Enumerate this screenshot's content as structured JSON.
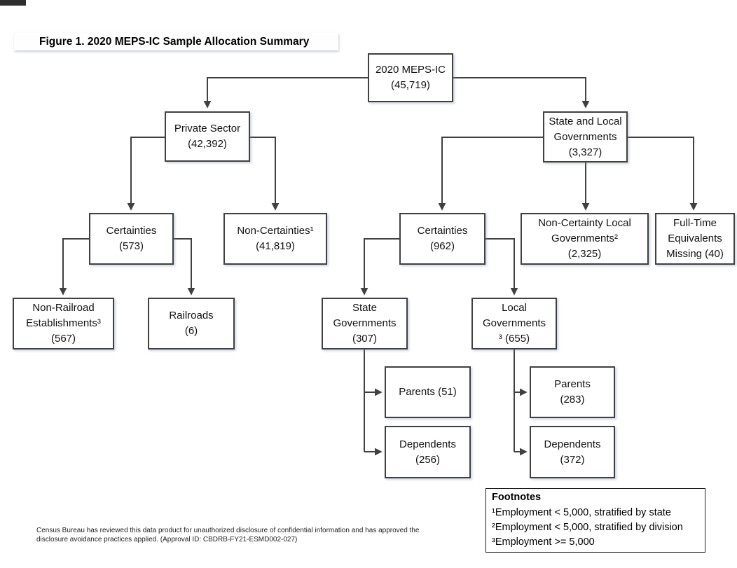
{
  "page": {
    "title": "Figure 1. 2020 MEPS-IC Sample Allocation Summary",
    "disclosure": "Census Bureau has reviewed this data product for unauthorized disclosure of confidential information and has approved the\ndisclosure avoidance practices applied.  (Approval ID: CBDRB-FY21-ESMD002-027)"
  },
  "colors": {
    "box_border": "#404040",
    "connector_line": "#404040",
    "text": "#121212",
    "background": "#ffffff"
  },
  "nodes": {
    "root": "2020 MEPS-IC\n(45,719)",
    "private_sector": "Private Sector\n(42,392)",
    "state_local_governments": "State and Local\nGovernments\n(3,327)",
    "private_certainties": "Certainties\n(573)",
    "private_non_certainties": "Non-Certainties¹\n(41,819)",
    "non_railroad_establishments": "Non-Railroad\nEstablishments³\n(567)",
    "railroads": "Railroads\n(6)",
    "government_certainties": "Certainties\n(962)",
    "non_certainty_local_governments": "Non-Certainty Local\nGovernments²\n(2,325)",
    "full_time_equivalents_missing": "Full-Time\nEquivalents\nMissing (40)",
    "state_governments": "State\nGovernments\n(307)",
    "local_governments": "Local\nGovernments\n³ (655)",
    "state_parents": "Parents (51)",
    "state_dependents": "Dependents\n(256)",
    "local_parents": "Parents\n(283)",
    "local_dependents": "Dependents\n(372)"
  },
  "footnotes": {
    "title": "Footnotes",
    "items": [
      "¹Employment < 5,000, stratified by state",
      "²Employment < 5,000, stratified by division",
      "³Employment >= 5,000"
    ]
  }
}
